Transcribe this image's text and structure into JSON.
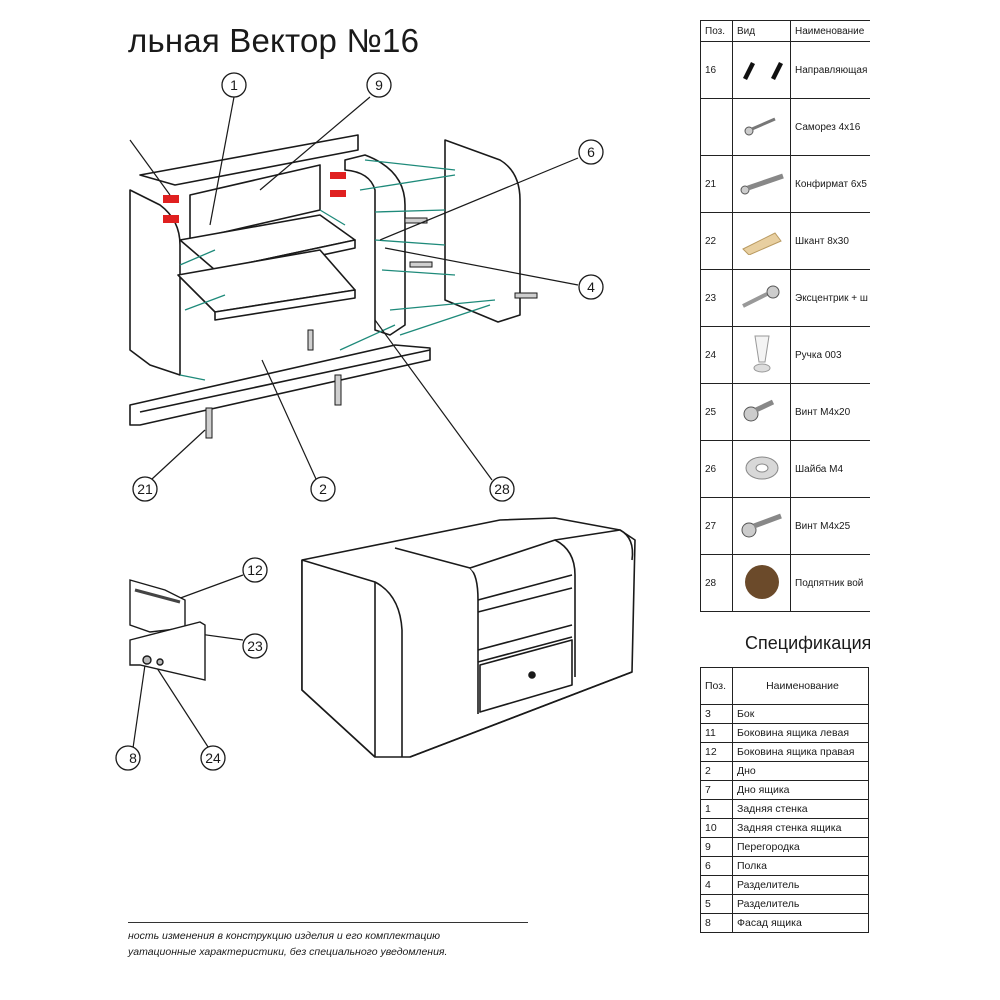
{
  "doc": {
    "title": "льная Вектор №16",
    "footnote": [
      "ность изменения в конструкцию изделия и его комплектацию",
      "уатационные характеристики, без специального уведомления."
    ]
  },
  "callouts": {
    "c1": "1",
    "c9": "9",
    "c6": "6",
    "c4": "4",
    "c21": "21",
    "c2": "2",
    "c28": "28",
    "c12": "12",
    "c23": "23",
    "c24": "24",
    "c8": "8"
  },
  "hardware_table": {
    "headers": {
      "pos": "Поз.",
      "view": "Вид",
      "name": "Наименование"
    },
    "rows": [
      {
        "pos": "16",
        "icon": "rail-icon",
        "name": "Направляющая"
      },
      {
        "pos": "",
        "icon": "screw-icon",
        "name": "Саморез 4x16"
      },
      {
        "pos": "21",
        "icon": "confirmat-icon",
        "name": "Конфирмат 6x5"
      },
      {
        "pos": "22",
        "icon": "dowel-icon",
        "name": "Шкант 8x30"
      },
      {
        "pos": "23",
        "icon": "eccentric-icon",
        "name": "Эксцентрик + ш"
      },
      {
        "pos": "24",
        "icon": "knob-icon",
        "name": "Ручка 003"
      },
      {
        "pos": "25",
        "icon": "bolt-icon",
        "name": "Винт М4x20"
      },
      {
        "pos": "26",
        "icon": "washer-icon",
        "name": "Шайба М4"
      },
      {
        "pos": "27",
        "icon": "bolt-long-icon",
        "name": "Винт М4x25"
      },
      {
        "pos": "28",
        "icon": "felt-pad-icon",
        "name": "Подпятник вой"
      }
    ]
  },
  "spec": {
    "title": "Спецификация",
    "headers": {
      "pos": "Поз.",
      "name": "Наименование"
    },
    "rows": [
      {
        "pos": "3",
        "name": "Бок"
      },
      {
        "pos": "11",
        "name": "Боковина ящика левая"
      },
      {
        "pos": "12",
        "name": "Боковина ящика правая"
      },
      {
        "pos": "2",
        "name": "Дно"
      },
      {
        "pos": "7",
        "name": "Дно ящика"
      },
      {
        "pos": "1",
        "name": "Задняя стенка"
      },
      {
        "pos": "10",
        "name": "Задняя стенка ящика"
      },
      {
        "pos": "9",
        "name": "Перегородка"
      },
      {
        "pos": "6",
        "name": "Полка"
      },
      {
        "pos": "4",
        "name": "Разделитель"
      },
      {
        "pos": "5",
        "name": "Разделитель"
      },
      {
        "pos": "8",
        "name": "Фасад ящика"
      }
    ]
  },
  "colors": {
    "line": "#1a1a1a",
    "guide": "#1e8a7a",
    "marker": "#e02020",
    "wood": "#6b4a2a"
  }
}
